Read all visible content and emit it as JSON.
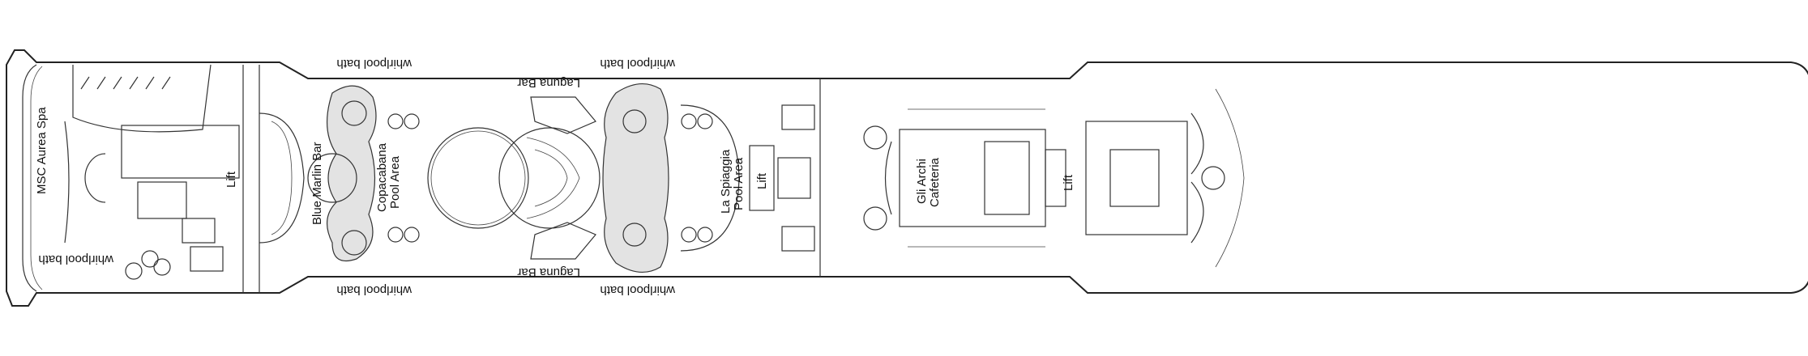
{
  "deck_plan": {
    "areas": {
      "spa": "MSC Aurea Spa",
      "blue_marlin_bar": "Blue Marlin Bar",
      "copacabana_line1": "Copacabana",
      "copacabana_line2": "Pool Area",
      "la_spiaggia_line1": "La Spiaggia",
      "la_spiaggia_line2": "Pool Area",
      "gli_archi_line1": "Gli Archi",
      "gli_archi_line2": "Cafeteria",
      "laguna_bar": "Laguna Bar"
    },
    "whirlpool_bath": "whirlpool bath",
    "lift": "Lift"
  }
}
